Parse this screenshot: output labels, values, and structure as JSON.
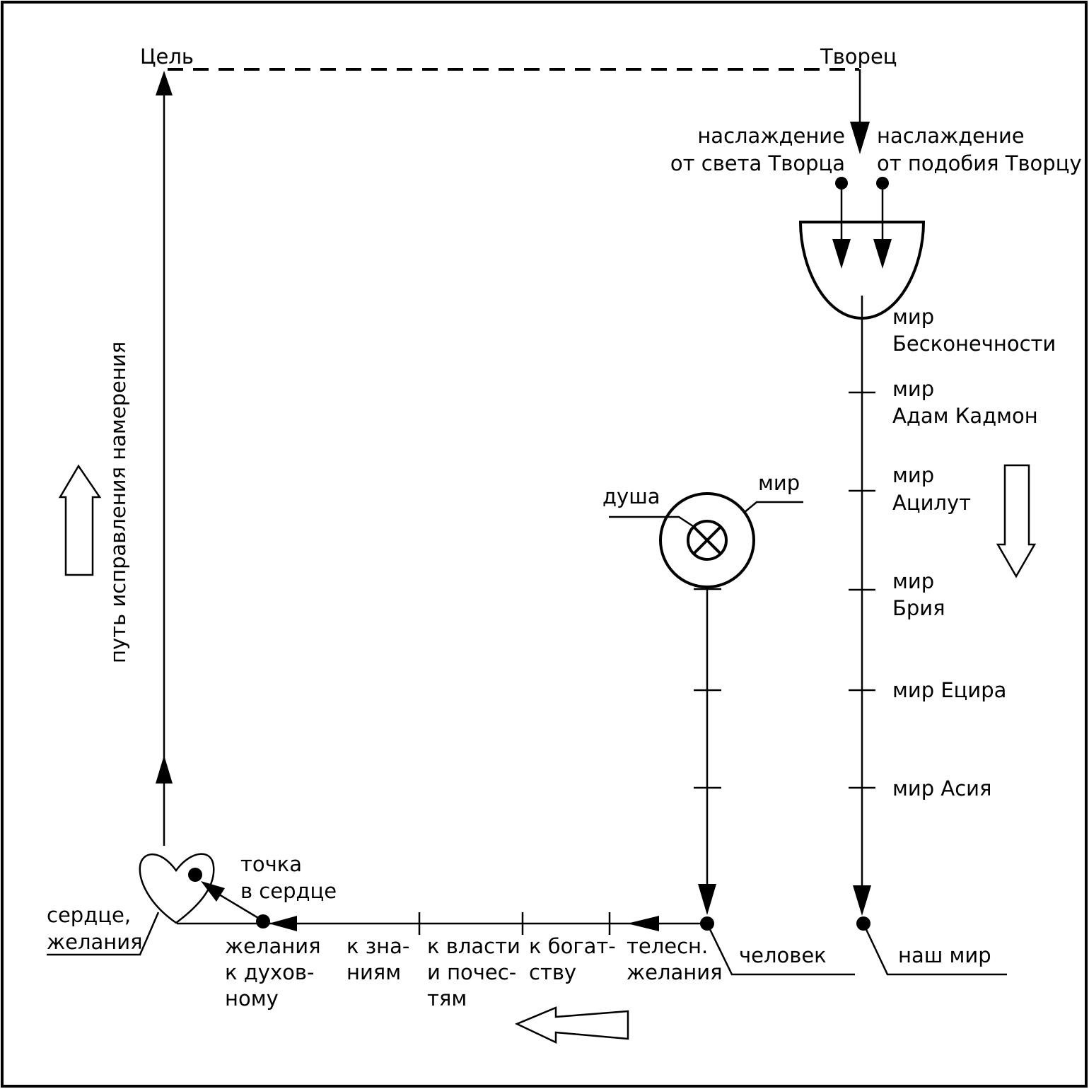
{
  "diagram": {
    "top": {
      "goal": "Цель",
      "creator": "Творец"
    },
    "pleasure_light": [
      "наслаждение",
      "от света Творца"
    ],
    "pleasure_likeness": [
      "наслаждение",
      "от подобия Творцу"
    ],
    "worlds": [
      [
        "мир",
        "Бесконечности"
      ],
      [
        "мир",
        "Адам Кадмон"
      ],
      [
        "мир",
        "Ацилут"
      ],
      [
        "мир",
        "Брия"
      ],
      [
        "мир Ецира"
      ],
      [
        "мир Асия"
      ]
    ],
    "soul": "душа",
    "world_label": "мир",
    "our_world": "наш мир",
    "human": "человек",
    "vertical_path": "путь исправления намерения",
    "point_in_heart": [
      "точка",
      "в сердце"
    ],
    "heart": [
      "сердце,",
      "желания"
    ],
    "desires": [
      [
        "желания",
        "к духов-",
        "ному"
      ],
      [
        "к зна-",
        "ниям"
      ],
      [
        "к власти",
        "и почес-",
        "тям"
      ],
      [
        "к богат-",
        "ству"
      ],
      [
        "телесн.",
        "желания"
      ]
    ]
  }
}
